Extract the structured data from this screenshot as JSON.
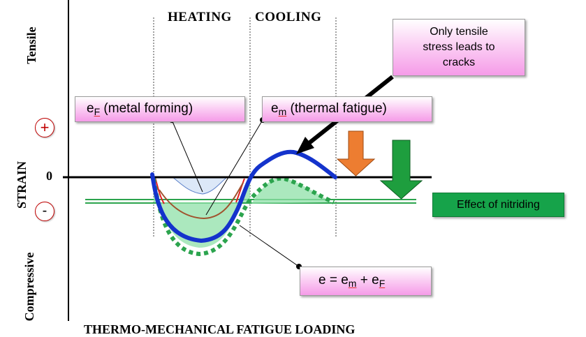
{
  "header": {
    "heating": "HEATING",
    "cooling": "COOLING"
  },
  "axis": {
    "tensile": "Tensile",
    "strain": "STRAIN",
    "compressive": "Compressive",
    "zero": "0",
    "plus": "+",
    "minus": "-",
    "x_caption": "THERMO-MECHANICAL FATIGUE LOADING"
  },
  "callouts": {
    "tensile_line1": "Only tensile",
    "tensile_line2": "stress leads to",
    "tensile_line3": "cracks",
    "ef_main": "e",
    "ef_sub": "F",
    "ef_text": " (metal forming)",
    "em_main": "e",
    "em_sub": "m",
    "em_text": " (thermal fatigue)",
    "nitriding": "Effect of nitriding",
    "eq_e": "e = e",
    "eq_sub1": "m",
    "eq_plus": " + e",
    "eq_sub2": "F"
  },
  "colors": {
    "pink_box": "#f59be8",
    "green_box": "#16a34a",
    "thermal_curve": "#1433cc",
    "forming_curve": "#a0522d",
    "nitrided_curve": "#2ca44e",
    "orange_arrow": "#ed7d31",
    "green_arrow": "#1e9e3e",
    "sign_circle": "#c00000"
  }
}
